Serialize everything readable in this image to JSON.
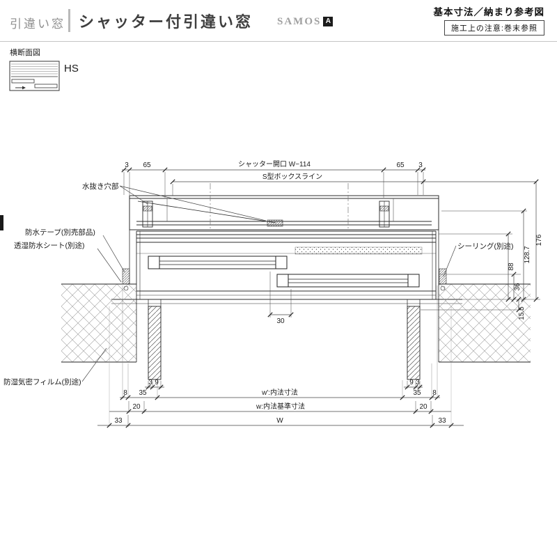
{
  "header": {
    "category": "引違い窓",
    "title": "シャッター付引違い窓",
    "brand": "SAMOS",
    "brand_mark": "A",
    "spec_title": "基本寸法／納まり参考図",
    "note": "施工上の注意:巻末参照"
  },
  "section": {
    "view_label": "横断面図",
    "symbol_label": "HS"
  },
  "drawing": {
    "annotations": {
      "drain_hole": "水抜き穴部",
      "shutter_opening": "シャッター開口 W−114",
      "box_line": "S型ボックスライン",
      "waterproof_tape": "防水テープ(別売部品)",
      "waterproof_sheet": "透湿防水シート(別途)",
      "sealing": "シーリング(別途)",
      "airtight_film": "防湿気密フィルム(別途)",
      "inner_width": "w′:内法寸法",
      "inner_base_width": "w:内法基準寸法",
      "total_width": "W"
    },
    "dimensions": {
      "top": [
        "3",
        "65",
        "65",
        "3"
      ],
      "right": {
        "h176": "176",
        "h128_7": "128.7",
        "h88": "88",
        "h36": "36",
        "h15_5": "15.5"
      },
      "center": {
        "d30": "30"
      },
      "bottom_small": [
        "3",
        "9",
        "9",
        "3"
      ],
      "bottom_mid": [
        "8",
        "35",
        "35",
        "8"
      ],
      "bottom_base": [
        "20",
        "20"
      ],
      "bottom_total": [
        "33",
        "33"
      ]
    }
  }
}
